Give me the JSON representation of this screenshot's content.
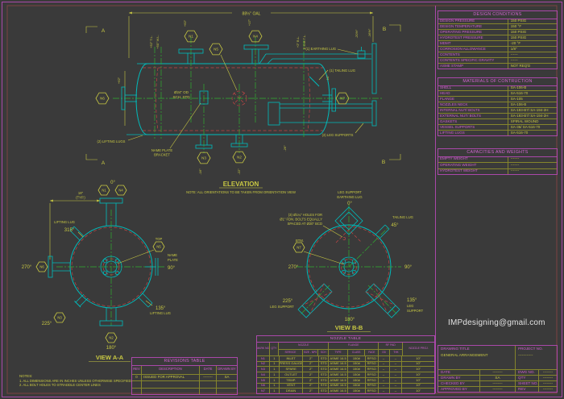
{
  "colors": {
    "background": "#3a3a3a",
    "accent_magenta": "#c95fc9",
    "annotation_yellow": "#c9c943",
    "geometry_cyan": "#00bcbc",
    "centerline_green": "#2fae2f",
    "hidden_red": "#c24545"
  },
  "email": "IMPdesigning@gmail.com",
  "design_conditions": {
    "title": "DESIGN CONDITIONS",
    "rows": [
      [
        "DESIGN PRESSURE",
        "150 PSIG"
      ],
      [
        "DESIGN TEMPERATURE",
        "150 °F"
      ],
      [
        "OPERATING PRESSURE",
        "150 PSIG"
      ],
      [
        "HYDROTEST PRESSURE",
        "150 PSIG"
      ],
      [
        "MDMT",
        "-20 °F"
      ],
      [
        "CORROSION ALLOWANCE",
        "1/8\""
      ],
      [
        "CONTENTS",
        "------"
      ],
      [
        "CONTENTS SPECIFIC GRAVITY",
        "------"
      ],
      [
        "ASME STAMP",
        "NOT REQ'D"
      ]
    ]
  },
  "materials": {
    "title": "MATERIALS OF CONTRUCTION",
    "rows": [
      [
        "SHELL",
        "SA-106-B"
      ],
      [
        "HEAD",
        "SA-516-70"
      ],
      [
        "FLANGE",
        "SA-105"
      ],
      [
        "NOZZLES NECK",
        "SA-106-B"
      ],
      [
        "INTERNAL NUT/ BOLTS",
        "SA-193-B7/ SA-194-2H"
      ],
      [
        "EXTERNAL NUT/ BOLTS",
        "SA-193-B7/ SA-194-2H"
      ],
      [
        "GASKETS",
        "SPIRAL WOUND"
      ],
      [
        "VESSEL SUPPORTS",
        "SA-36/ SA-516-70"
      ],
      [
        "LIFTING LUGS",
        "SA-516-70"
      ]
    ]
  },
  "capacities": {
    "title": "CAPACITIES AND WEIGHTS",
    "rows": [
      [
        "EMPTY WEIGHT",
        "-------"
      ],
      [
        "OPERATING WEIGHT",
        "-------"
      ],
      [
        "HYDROTEST WEIGHT",
        "-------"
      ]
    ]
  },
  "nozzle_table": {
    "title": "NOZZLE TABLE",
    "groups": {
      "mark": "MARK NO",
      "qty": "QTY",
      "nozzle": "NOZZLE",
      "flange": "FLANGE",
      "rf_pad": "RF PAD",
      "proj": "NOZZLE PROJ."
    },
    "sub": [
      "SERVICE",
      "SIZE - NPS",
      "SCH",
      "TYPE",
      "CLASS",
      "FACE",
      "OD",
      "THK"
    ],
    "rows": [
      [
        "N1",
        "1",
        "INLET",
        "2\"",
        "STD",
        "ASME 16.5",
        "150#",
        "RFSO",
        "--",
        "--",
        "10\""
      ],
      [
        "N2",
        "1",
        "PRESS GAUGE",
        "2\"",
        "STD",
        "ASME 16.5",
        "150#",
        "RFSO",
        "--",
        "--",
        "10\""
      ],
      [
        "N3",
        "1",
        "SPARE",
        "2\"",
        "STD",
        "ASME 16.5",
        "150#",
        "RFSO",
        "--",
        "--",
        "10\""
      ],
      [
        "N4",
        "1",
        "OUTLET",
        "2\"",
        "STD",
        "ASME 16.5",
        "150#",
        "RFSO",
        "--",
        "--",
        "10\""
      ],
      [
        "N5",
        "1",
        "TEMP.",
        "2\"",
        "STD",
        "ASME 16.5",
        "150#",
        "RFSO",
        "--",
        "--",
        "10\""
      ],
      [
        "N6",
        "1",
        "VENT",
        "2\"",
        "STD",
        "ASME 16.5",
        "150#",
        "RFSO",
        "--",
        "--",
        "10\""
      ],
      [
        "N7",
        "1",
        "DRAIN",
        "2\"",
        "STD",
        "ASME 16.5",
        "150#",
        "RFSO",
        "--",
        "--",
        "10\""
      ]
    ]
  },
  "revisions": {
    "title": "REVISIONS TABLE",
    "headers": [
      "REV",
      "DESCRIPTION",
      "DATE",
      "DRAWN BY"
    ],
    "rows": [
      [
        "0",
        "ISSUED FOR APPROVAL",
        "--------",
        "SA"
      ]
    ]
  },
  "title_block": {
    "drawing_title_label": "DRAWING TITLE",
    "drawing_title": "GENERAL ARRANGEMENT",
    "project_no_label": "PROJECT NO.",
    "project_no": "------------",
    "rows": [
      [
        "DATE",
        "--------",
        "DWG NO.",
        "--------"
      ],
      [
        "DRAWN BY",
        "SA",
        "QTY",
        "--------"
      ],
      [
        "CHECKED BY",
        "--------",
        "SHEET NO.",
        "--------"
      ],
      [
        "APPROVED BY",
        "--------",
        "REV",
        "--------"
      ]
    ]
  },
  "notes": {
    "heading": "NOTES:",
    "lines": [
      "1. ALL DIMENSIONS ARE IN INCHES UNLESS OTHERWISE SPECIFIED.",
      "2. ALL BOLT HOLES TO STRADDLE CENTER LINES"
    ]
  },
  "drawing": {
    "oal": "88½\" OAL",
    "marker_a": "A",
    "marker_b": "B",
    "dims": {
      "left_62": "+62\"",
      "tl": "+52\" T.L.",
      "wl": "+50\" W.L.",
      "n1": "+62\"",
      "n4": "+17\"",
      "bl": "+2\" B.L.",
      "eob": "E.O.B T.L.",
      "r1": "-20½\"",
      "r2": "-16½\"",
      "n7": "-10\"",
      "n3": "-16\"",
      "n2": "-22\"",
      "leg": "-26\""
    },
    "tags": {
      "n1": "N1",
      "n2": "N2",
      "n3": "N3",
      "n4": "N4",
      "n5": "N5",
      "n6": "N6",
      "n7": "N7"
    },
    "labels": {
      "earthing": "(1) EARTHING LUG",
      "tailing": "(1) TAILING LUG",
      "lifting": "(2) LIFTING LUGS",
      "legs": "(3) LEG SUPPORTS",
      "np1": "NAME PLATE",
      "np2": "BRACKET",
      "od1": "Ø24\" OD",
      "od2": "SCH. STD"
    },
    "elevation": {
      "title": "ELEVATION",
      "note": "NOTE: ALL ORIENTATIONS TO BE TAKEN FROM ORIENTATION VIEW"
    },
    "view_aa": {
      "title": "VIEW A-A",
      "d0": "0°",
      "d90": "90°",
      "d135": "135°",
      "d180": "180°",
      "d225": "225°",
      "d270": "270°",
      "d315": "315°",
      "lug": "LIFTING LUG",
      "lug2": "LIFTING LUG",
      "top": "TOP",
      "np1": "NAME",
      "np2": "PLATE",
      "dim18": "18\"",
      "typ": "(TYP.)"
    },
    "view_bb": {
      "title": "VIEW B-B",
      "ls": "LEG SUPPORT",
      "el": "EARTHING LUG",
      "d0": "0°",
      "d45": "45°",
      "d90": "90°",
      "d135": "135°",
      "d180": "180°",
      "d225": "225°",
      "d270": "270°",
      "holes1": "(3) Ø1¼\" HOLES FOR",
      "holes2": "Ø1\" FDN. BOLTS EQUALLY",
      "holes3": "SPACED AT Ø20\" BCD",
      "btm": "BTM.",
      "tl": "TAILING LUG",
      "ls225": "LEG SUPPORT",
      "ls135a": "LEG",
      "ls135b": "SUPPORT"
    }
  }
}
